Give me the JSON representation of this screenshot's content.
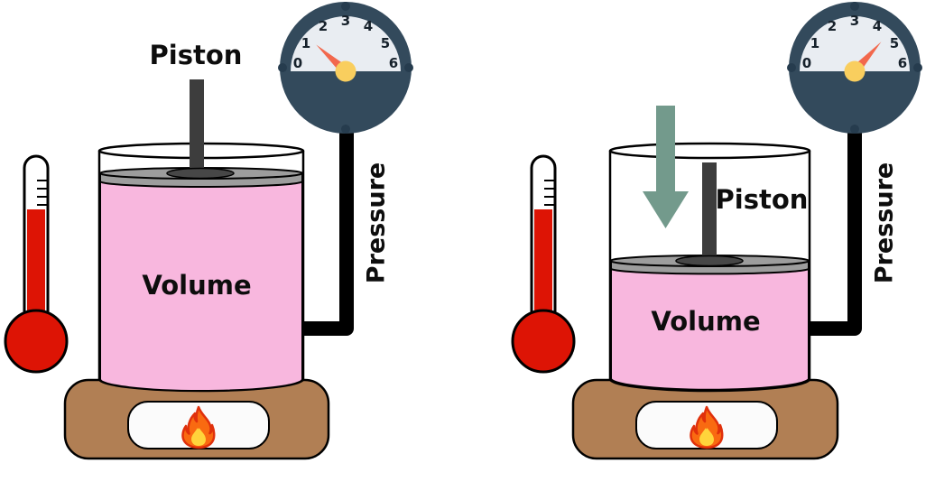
{
  "figure": {
    "description_visible_text_only": true,
    "gauge": {
      "ticks": [
        "0",
        "1",
        "2",
        "3",
        "4",
        "5",
        "6"
      ],
      "min": 0,
      "max": 6
    },
    "panels": [
      {
        "id": "before-compression",
        "piston_label": "Piston",
        "volume_label": "Volume",
        "pressure_label": "Pressure",
        "gauge_reading": 1.4
      },
      {
        "id": "after-compression",
        "piston_label": "Piston",
        "volume_label": "Volume",
        "pressure_label": "Pressure",
        "gauge_reading": 4.4
      }
    ],
    "colors": {
      "gas_pink": "#F8B7DE",
      "piston_gray": "#9D9D9D",
      "piston_rod_dark": "#3D3D3D",
      "gauge_body": "#334A5C",
      "gauge_dial": "#E9EDF2",
      "gauge_needle": "#F2684D",
      "gauge_hub": "#F9CE5E",
      "arrow_green": "#739A8C",
      "plate_brown": "#B17F54",
      "thermometer_red": "#DD1405",
      "flame_orange": "#F96A11",
      "flame_yellow": "#FFD43B",
      "tube_black": "#000000"
    }
  }
}
